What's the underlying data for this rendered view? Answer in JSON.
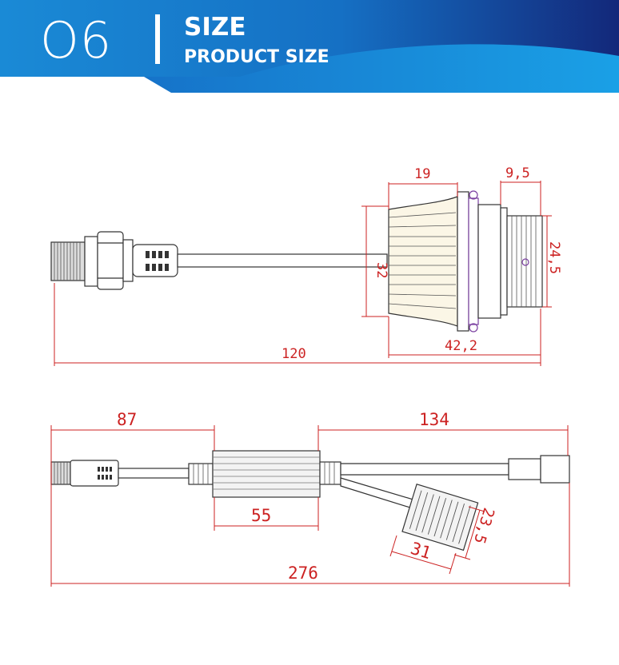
{
  "header": {
    "section_number": "O6",
    "title": "SIZE",
    "subtitle": "PRODUCT SIZE",
    "colors": {
      "banner_dark": "#13287a",
      "banner_light": "#1a8fd8",
      "dimension": "#cc2222"
    }
  },
  "top_view": {
    "dimensions": {
      "heatsink_width": "19",
      "collar_width": "9,5",
      "heatsink_height": "32",
      "base_diameter": "24,5",
      "overall_length": "120",
      "bulb_length": "42,2"
    }
  },
  "bottom_view": {
    "dimensions": {
      "left_section": "87",
      "right_section": "134",
      "driver_length": "55",
      "module_height": "23,5",
      "module_length": "31",
      "total_length": "276"
    }
  }
}
